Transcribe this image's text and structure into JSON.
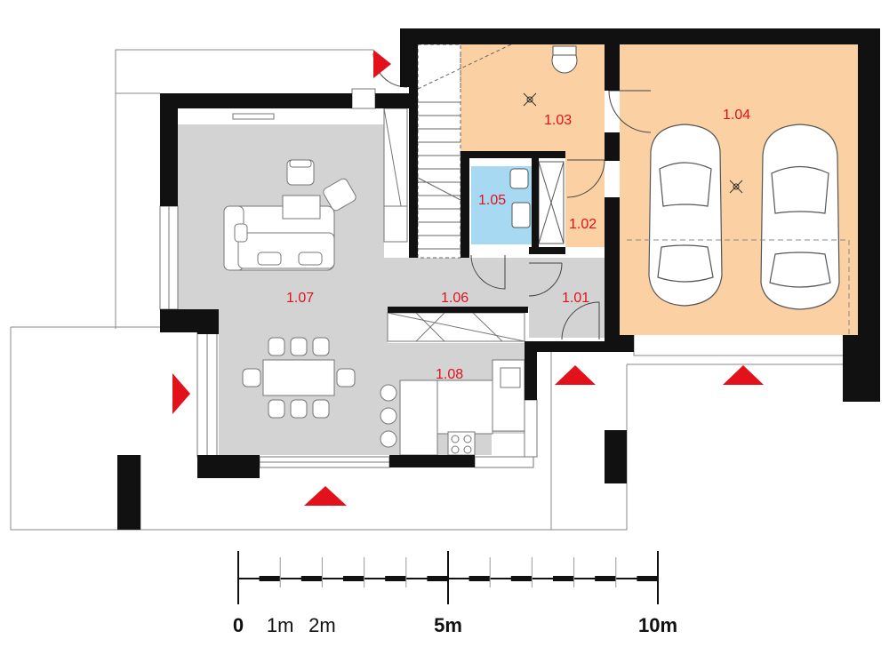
{
  "colors": {
    "wall": "#111111",
    "living": "#d3d3d3",
    "service": "#fbd0a3",
    "bath": "#a7d9f2",
    "label": "#e2111a",
    "arrow": "#e2111a"
  },
  "rooms": [
    {
      "id": "1.01",
      "label": "1.01",
      "kind": "service"
    },
    {
      "id": "1.02",
      "label": "1.02",
      "kind": "service"
    },
    {
      "id": "1.03",
      "label": "1.03",
      "kind": "service"
    },
    {
      "id": "1.04",
      "label": "1.04",
      "kind": "service"
    },
    {
      "id": "1.05",
      "label": "1.05",
      "kind": "bath"
    },
    {
      "id": "1.06",
      "label": "1.06",
      "kind": "living"
    },
    {
      "id": "1.07",
      "label": "1.07",
      "kind": "living"
    },
    {
      "id": "1.08",
      "label": "1.08",
      "kind": "living"
    }
  ],
  "entrance_arrows": [
    {
      "id": "garden-west",
      "direction": "right"
    },
    {
      "id": "terrace-south",
      "direction": "up"
    },
    {
      "id": "entrance",
      "direction": "up"
    },
    {
      "id": "garage",
      "direction": "up"
    },
    {
      "id": "stair-exit",
      "direction": "right"
    }
  ],
  "scale_bar": {
    "unit": "m",
    "total_meters": 10,
    "labels": [
      {
        "text": "0",
        "meters": 0,
        "bold": true
      },
      {
        "text": "1m",
        "meters": 1,
        "bold": false
      },
      {
        "text": "2m",
        "meters": 2,
        "bold": false
      },
      {
        "text": "5m",
        "meters": 5,
        "bold": true
      },
      {
        "text": "10m",
        "meters": 10,
        "bold": true
      }
    ]
  }
}
